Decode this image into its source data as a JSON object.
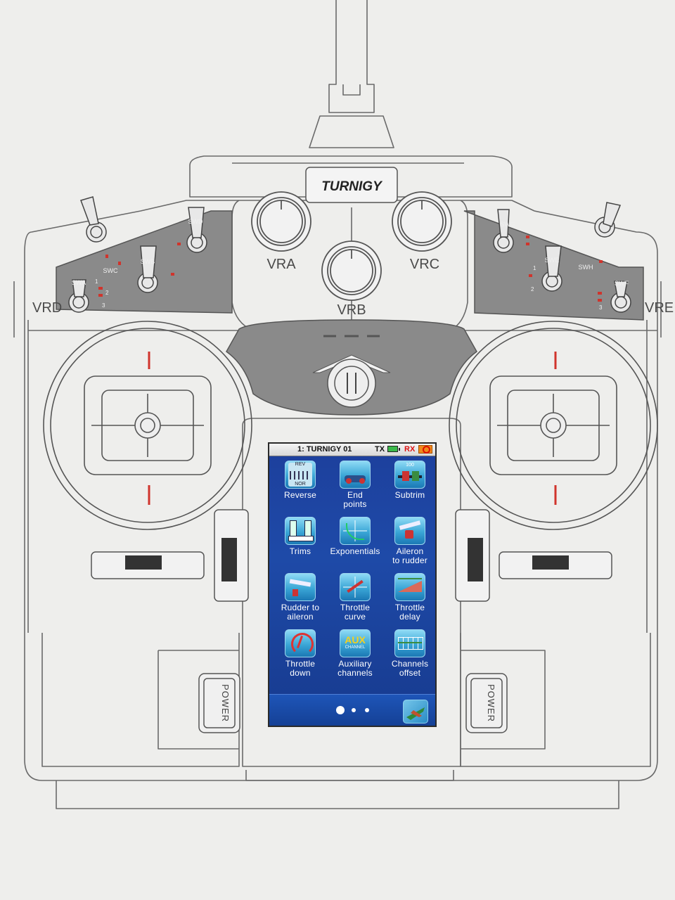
{
  "transmitter": {
    "brand": "TURNIGY",
    "knobs": {
      "vra": "VRA",
      "vrb": "VRB",
      "vrc": "VRC",
      "vrd": "VRD",
      "vre": "VRE"
    },
    "switches": {
      "swa": "SWA",
      "swb": "SWB",
      "swc": "SWC",
      "swd": "SWD",
      "swe": "SWE",
      "swf": "SWF",
      "swg": "SWG",
      "swh": "SWH"
    },
    "switch_positions": {
      "one": "1",
      "two": "2",
      "three": "3"
    },
    "power_left": "POWER",
    "power_right": "POWER"
  },
  "screen": {
    "status_bar": {
      "model": "1: TURNIGY 01",
      "tx_label": "TX",
      "rx_label": "RX",
      "tx_battery_level": 0.9
    },
    "menu_items": [
      {
        "label": "Reverse",
        "icon": "reverse-icon",
        "icon_text_top": "REV",
        "icon_text_bottom": "NOR"
      },
      {
        "label": "End\npoints",
        "icon": "end-points-icon"
      },
      {
        "label": "Subtrim",
        "icon": "subtrim-icon",
        "icon_text_top": "100"
      },
      {
        "label": "Trims",
        "icon": "trims-icon"
      },
      {
        "label": "Exponentials",
        "icon": "exponentials-icon"
      },
      {
        "label": "Aileron\nto rudder",
        "icon": "aileron-to-rudder-icon"
      },
      {
        "label": "Rudder to\naileron",
        "icon": "rudder-to-aileron-icon"
      },
      {
        "label": "Throttle\ncurve",
        "icon": "throttle-curve-icon"
      },
      {
        "label": "Throttle\ndelay",
        "icon": "throttle-delay-icon"
      },
      {
        "label": "Throttle\ndown",
        "icon": "throttle-down-icon"
      },
      {
        "label": "Auxiliary\nchannels",
        "icon": "auxiliary-channels-icon",
        "icon_text_top": "AUX",
        "icon_text_bottom": "CHANNEL"
      },
      {
        "label": "Channels\noffset",
        "icon": "channels-offset-icon"
      }
    ],
    "pagination": {
      "pages": 3,
      "current": 1
    },
    "colors": {
      "screen_bg": "#1e4aa8",
      "icon_bg": "#3aa6d6",
      "status_rx": "#dd1111",
      "status_battery": "#3bb84a"
    }
  }
}
